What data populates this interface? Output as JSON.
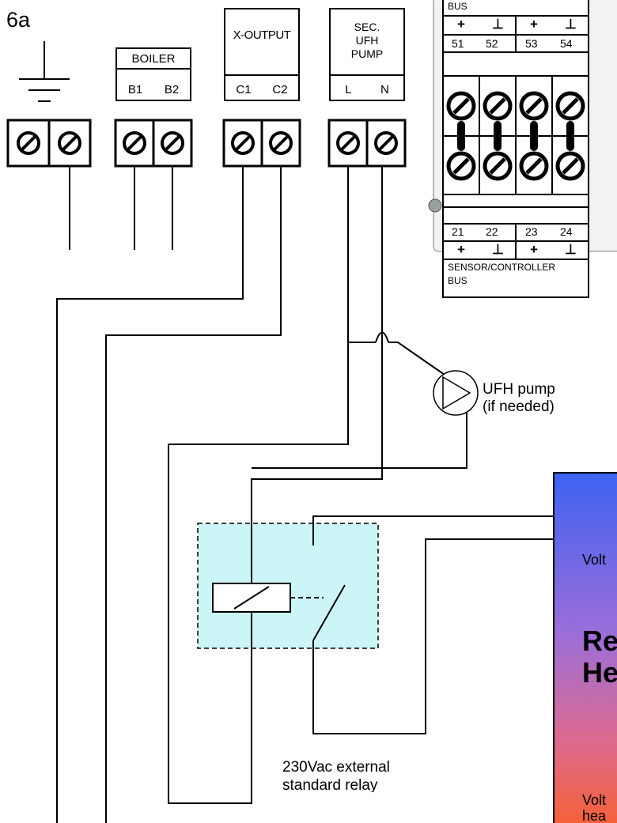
{
  "figure_label": "6a",
  "ground_label": "",
  "boiler": {
    "title": "BOILER",
    "pin1": "B1",
    "pin2": "B2"
  },
  "xoutput": {
    "title": "X-OUTPUT",
    "pin1": "C1",
    "pin2": "C2"
  },
  "ufh_pump_block": {
    "title_line1": "SEC.",
    "title_line2": "UFH",
    "title_line3": "PUMP",
    "pin1": "L",
    "pin2": "N"
  },
  "top_bus": {
    "label": "BUS",
    "signs": [
      "+",
      "⊥",
      "+",
      "⊥"
    ],
    "numbers": [
      "51",
      "52",
      "53",
      "54"
    ]
  },
  "sensor_bus": {
    "numbers": [
      "21",
      "22",
      "23",
      "24"
    ],
    "signs": [
      "+",
      "⊥",
      "+",
      "⊥"
    ],
    "label_line1": "SENSOR/CONTROLLER",
    "label_line2": "BUS"
  },
  "pump": {
    "label_line1": "UFH pump",
    "label_line2": "(if needed)"
  },
  "relay": {
    "label_line1": "230Vac external",
    "label_line2": "standard relay"
  },
  "heat_pump_panel": {
    "voltage_top": "Volt",
    "title_line1": "Re",
    "title_line2": "He",
    "voltage_bottom_line1": "Volt",
    "voltage_bottom_line2": "hea",
    "colors": {
      "top": "#3f64f0",
      "middle": "#a070d8",
      "bottom": "#f06030"
    }
  },
  "colors": {
    "relay_fill": "#ccf5f8",
    "terminal_panel_border": "#9aa0a0",
    "wire": "#000000"
  }
}
